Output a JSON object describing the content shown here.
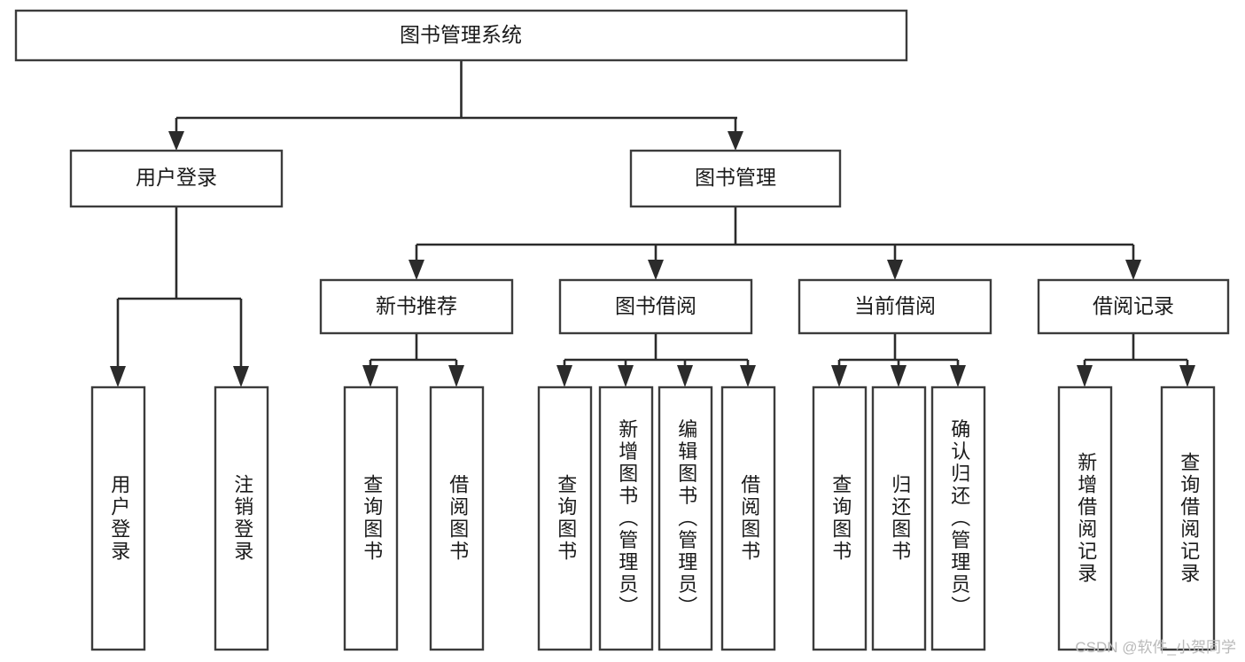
{
  "diagram": {
    "type": "tree",
    "title": "图书管理系统",
    "root": {
      "id": "root",
      "label": "图书管理系统",
      "orientation": "horizontal"
    },
    "level2": [
      {
        "id": "user-login",
        "label": "用户登录",
        "orientation": "horizontal"
      },
      {
        "id": "book-manage",
        "label": "图书管理",
        "orientation": "horizontal"
      }
    ],
    "level3": [
      {
        "id": "new-book-recommend",
        "label": "新书推荐",
        "orientation": "horizontal",
        "parent": "book-manage"
      },
      {
        "id": "book-borrow",
        "label": "图书借阅",
        "orientation": "horizontal",
        "parent": "book-manage"
      },
      {
        "id": "current-borrow",
        "label": "当前借阅",
        "orientation": "horizontal",
        "parent": "book-manage"
      },
      {
        "id": "borrow-record",
        "label": "借阅记录",
        "orientation": "horizontal",
        "parent": "book-manage"
      }
    ],
    "leaves": [
      {
        "id": "leaf-user-login",
        "label": "用户登录",
        "orientation": "vertical",
        "parent": "user-login"
      },
      {
        "id": "leaf-logout-login",
        "label": "注销登录",
        "orientation": "vertical",
        "parent": "user-login"
      },
      {
        "id": "leaf-query-book-1",
        "label": "查询图书",
        "orientation": "vertical",
        "parent": "new-book-recommend"
      },
      {
        "id": "leaf-borrow-book-1",
        "label": "借阅图书",
        "orientation": "vertical",
        "parent": "new-book-recommend"
      },
      {
        "id": "leaf-query-book-2",
        "label": "查询图书",
        "orientation": "vertical",
        "parent": "book-borrow"
      },
      {
        "id": "leaf-add-book-admin",
        "label": "新增图书（管理员）",
        "orientation": "vertical",
        "parent": "book-borrow"
      },
      {
        "id": "leaf-edit-book-admin",
        "label": "编辑图书（管理员）",
        "orientation": "vertical",
        "parent": "book-borrow"
      },
      {
        "id": "leaf-borrow-book-2",
        "label": "借阅图书",
        "orientation": "vertical",
        "parent": "book-borrow"
      },
      {
        "id": "leaf-query-book-3",
        "label": "查询图书",
        "orientation": "vertical",
        "parent": "current-borrow"
      },
      {
        "id": "leaf-return-book",
        "label": "归还图书",
        "orientation": "vertical",
        "parent": "current-borrow"
      },
      {
        "id": "leaf-confirm-return-admin",
        "label": "确认归还（管理员）",
        "orientation": "vertical",
        "parent": "current-borrow"
      },
      {
        "id": "leaf-add-borrow-record",
        "label": "新增借阅记录",
        "orientation": "vertical",
        "parent": "borrow-record"
      },
      {
        "id": "leaf-query-borrow-record",
        "label": "查询借阅记录",
        "orientation": "vertical",
        "parent": "borrow-record"
      }
    ],
    "colors": {
      "box_stroke": "#3c3c3c",
      "box_fill": "#ffffff",
      "connector": "#2b2b2b",
      "text": "#1a1a1a",
      "watermark": "#b9b9b9",
      "background": "#ffffff"
    }
  },
  "watermark": {
    "text": "CSDN @软件_小贺同学"
  }
}
